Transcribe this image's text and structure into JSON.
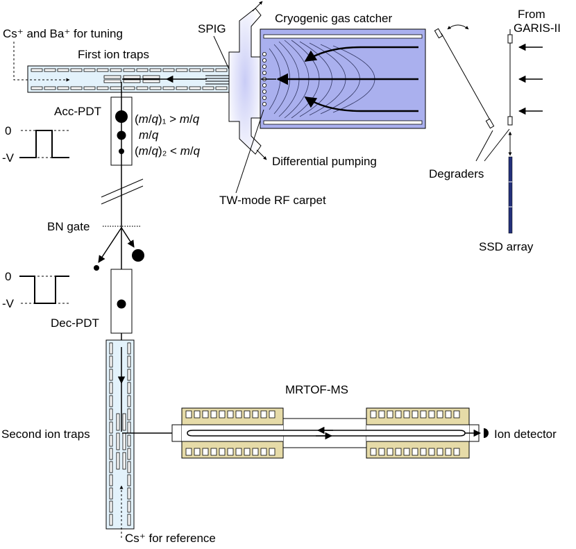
{
  "labels": {
    "cs_ba_tuning": "Cs⁺ and Ba⁺ for tuning",
    "first_ion_traps": "First ion traps",
    "spig": "SPIG",
    "gas_catcher": "Cryogenic gas catcher",
    "from": "From",
    "garis": "GARIS-II",
    "acc_pdt": "Acc-PDT",
    "mq1_open": "(",
    "mq1_m": "m",
    "mq1_slash": "/",
    "mq1_q": "q",
    "mq1_close": ")₁ > ",
    "mq1_rm": "m",
    "mq1_rslash": "/",
    "mq1_rq": "q",
    "mq_m": "m",
    "mq_slash": "/",
    "mq_q": "q",
    "mq2_open": "(",
    "mq2_m": "m",
    "mq2_slash": "/",
    "mq2_q": "q",
    "mq2_close": ")₂ < ",
    "mq2_rm": "m",
    "mq2_rslash": "/",
    "mq2_rq": "q",
    "diff_pumping": "Differential pumping",
    "degraders": "Degraders",
    "tw_carpet": "TW-mode RF carpet",
    "bn_gate": "BN gate",
    "ssd_array": "SSD array",
    "dec_pdt": "Dec-PDT",
    "mrtof": "MRTOF-MS",
    "second_ion_traps": "Second ion traps",
    "ion_detector": "Ion detector",
    "cs_reference": "Cs⁺ for reference",
    "pulse_top_zero": "0",
    "pulse_top_negv": "-V",
    "pulse_bottom_zero": "0",
    "pulse_bottom_negv": "-V"
  },
  "colors": {
    "trap_fill": "#e3f2fb",
    "catcher_fill": "#aab0ee",
    "catcher_glow": "#d6dafa",
    "mrtof_fill": "#e6dba8",
    "ssd_fill": "#23307a",
    "stroke": "#000000"
  }
}
